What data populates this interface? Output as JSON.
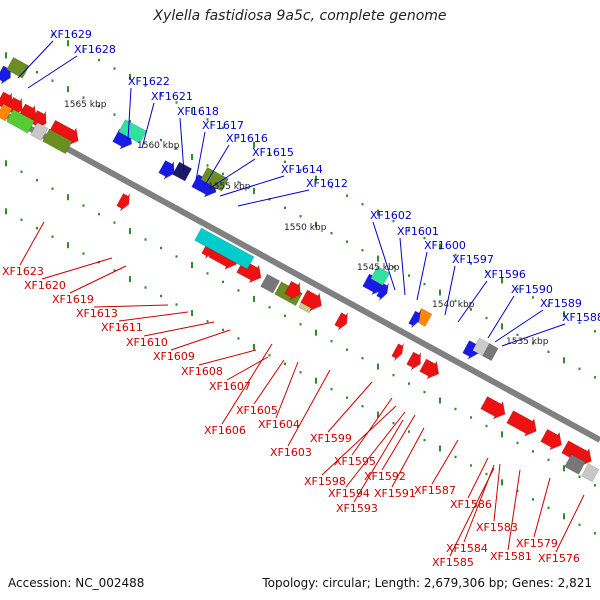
{
  "title": "Xylella fastidiosa 9a5c, complete genome",
  "footer": {
    "accession": "Accession: NC_002488",
    "summary": "Topology: circular; Length: 2,679,306 bp; Genes: 2,821"
  },
  "colors": {
    "upper_label": "#0000cc",
    "lower_label": "#cc0000",
    "backbone": "#808080",
    "ruler_dot": "#2e8b2e"
  },
  "kbp_labels": [
    "1565 kbp",
    "1560 kbp",
    "1555 kbp",
    "1550 kbp",
    "1545 kbp",
    "1540 kbp",
    "1535 kbp"
  ],
  "upper_genes": [
    "XF1629",
    "XF1628",
    "XF1622",
    "XF1621",
    "XF1618",
    "XF1617",
    "XF1616",
    "XF1615",
    "XF1614",
    "XF1612",
    "XF1602",
    "XF1601",
    "XF1600",
    "XF1597",
    "XF1596",
    "XF1590",
    "XF1589",
    "XF1588"
  ],
  "lower_genes": [
    "XF1623",
    "XF1620",
    "XF1619",
    "XF1613",
    "XF1611",
    "XF1610",
    "XF1609",
    "XF1608",
    "XF1607",
    "XF1605",
    "XF1606",
    "XF1604",
    "XF1603",
    "XF1599",
    "XF1595",
    "XF1598",
    "XF1594",
    "XF1592",
    "XF1593",
    "XF1591",
    "XF1587",
    "XF1586",
    "XF1583",
    "XF1584",
    "XF1585",
    "XF1581",
    "XF1579",
    "XF1576"
  ]
}
